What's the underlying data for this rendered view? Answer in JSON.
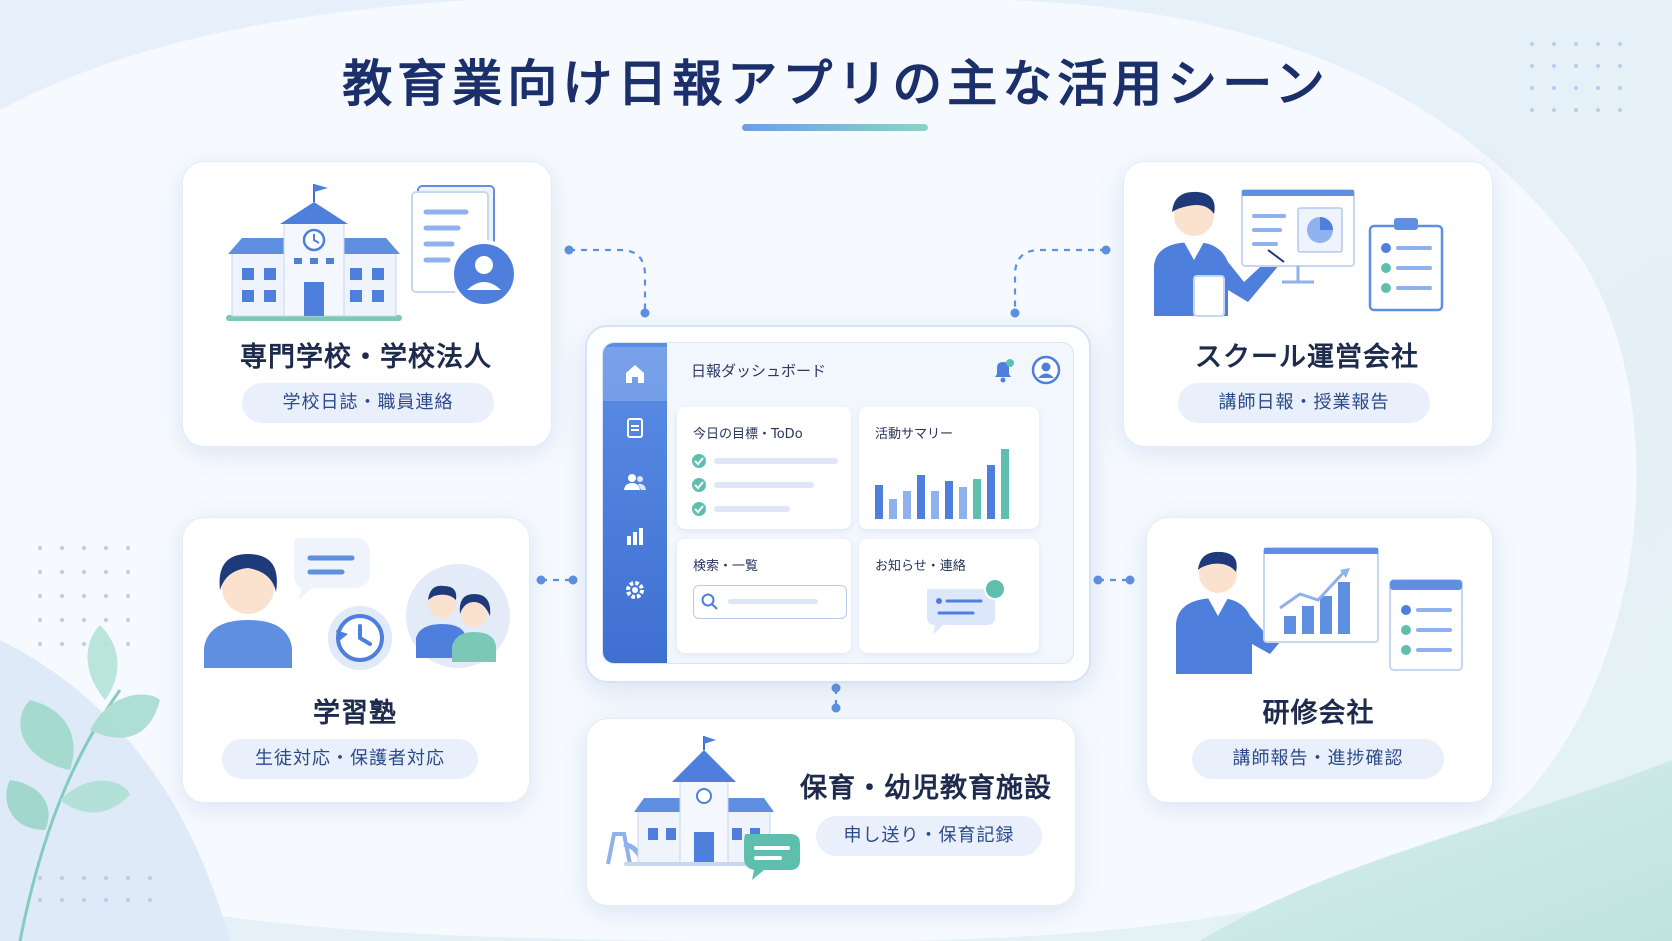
{
  "title": "教育業向け日報アプリの主な活用シーン",
  "dashboard": {
    "title": "日報ダッシュボード",
    "panels": {
      "todo": "今日の目標・ToDo",
      "summary": "活動サマリー",
      "search": "検索・一覧",
      "notice": "お知らせ・連絡"
    }
  },
  "cards": [
    {
      "title": "専門学校・学校法人",
      "tag": "学校日誌・職員連絡"
    },
    {
      "title": "スクール運営会社",
      "tag": "講師日報・授業報告"
    },
    {
      "title": "学習塾",
      "tag": "生徒対応・保護者対応"
    },
    {
      "title": "研修会社",
      "tag": "講師報告・進捗確認"
    },
    {
      "title": "保育・幼児教育施設",
      "tag": "申し送り・保育記録"
    }
  ],
  "colors": {
    "primary": "#4f7fdc",
    "navy": "#1b2f6a",
    "teal": "#5fbfae",
    "pill": "#e9f0fb"
  }
}
